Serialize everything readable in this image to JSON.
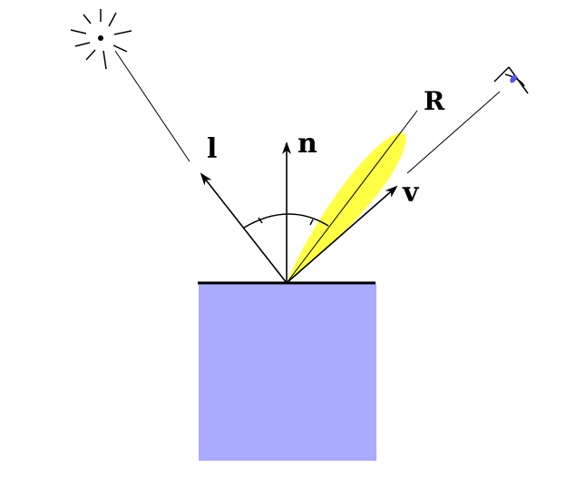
{
  "labels": {
    "light": "l",
    "normal": "n",
    "reflection": "R",
    "view": "v"
  },
  "icons": {
    "light_source": "sun-icon",
    "viewer": "eye-icon"
  },
  "colors": {
    "surface_block": "#aaaaff",
    "specular_lobe": "#ffff44",
    "lines": "#000000",
    "eye_pupil": "#5555ee"
  }
}
